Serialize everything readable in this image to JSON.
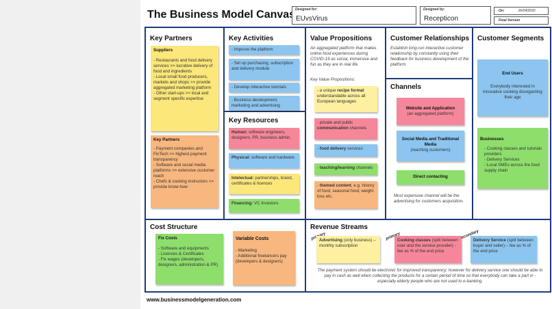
{
  "header": {
    "title": "The Business Model Canvas",
    "designed_for_label": "Designed for:",
    "designed_for_value": "EUvsVirus",
    "designed_by_label": "Designed by:",
    "designed_by_value": "Recepticon",
    "on_label": "On:",
    "on_value": "26/04/2020",
    "version_label": "Final Version"
  },
  "sections": {
    "key_partners": "Key Partners",
    "key_activities": "Key Activities",
    "key_resources": "Key Resources",
    "value_propositions": "Value Propositions",
    "customer_relationships": "Customer Relationships",
    "channels": "Channels",
    "customer_segments": "Customer Segments",
    "cost_structure": "Cost Structure",
    "revenue_streams": "Revenue Streams"
  },
  "key_partners": {
    "suppliers_title": "Suppliers",
    "suppliers_body": "- Restaurants and food delivery services >> lucrative delivery of food and ingredients\n- Local small food producers, markets and shops >> provide aggregated marketing platform\n- Other start-ups >> local and segment specific expertise",
    "partners_title": "Key Partners",
    "partners_body": "- Payment companies and FinTech >> highest payment transparency\n- Software and social media platforms >> extensive customer reach\n- Chefs & cooking instructors >> provide know-how"
  },
  "key_activities": {
    "a1": "- Improve the platform",
    "a2": "- Set up purchasing, subscription and delivery module",
    "a3": "- Develop interactive tutorials",
    "a4": "- Business development, marketing and advertising"
  },
  "key_resources": {
    "human_title": "Human:",
    "human_body": "software engineers, designers, PR, business admin.",
    "physical_title": "Physical:",
    "physical_body": "software and hardware",
    "intellectual_title": "Intelectual:",
    "intellectual_body": "partnerships, brand, certificates & licences",
    "financing_title": "Financing:",
    "financing_body": "VC Investors"
  },
  "value_propositions": {
    "intro": "An aggregated platform that makes online food experiences during COVID-19 as social, immersive and fun as they are in real life.",
    "kvp_label": "Key Value Propositions:",
    "p1_pre": "- a unique ",
    "p1_bold": "recipe format",
    "p1_post": " understandable across all European languages",
    "p2_pre": "- private and public ",
    "p2_bold": "communication",
    "p2_post": " channels",
    "p3_pre": "- ",
    "p3_bold": "food delivery",
    "p3_post": " services",
    "p4_pre": "- ",
    "p4_bold": "teaching/learning",
    "p4_post": " channels",
    "p5_pre": "- ",
    "p5_bold": "themed content",
    "p5_post": ", e.g. history of food, seasonal food, weight loss etc."
  },
  "customer_relationships": {
    "text": "Establish long-run interactive customer relationship by constantly using their feedback for business development of the platform."
  },
  "channels": {
    "c1_title": "Website and Application",
    "c1_body": "(an aggregated platform)",
    "c2_title": "Social Media and Traditional Media",
    "c2_body": "(reaching customers)",
    "c3_title": "Direct contacting",
    "note": "Most expensive channel will be the advertising for customers acquisition."
  },
  "customer_segments": {
    "s1_title": "End Users",
    "s1_body": "Everybody interested in innovative cooking disregarding their age",
    "s2_title": "Businesses",
    "s2_body": "- Cooking classes and tutorials providers\n- Delivery Services\n- Local SMEs across the food supply chain"
  },
  "cost_structure": {
    "fix_title": "Fix Costs",
    "fix_body": "- Software and equipments\n- Licences & Certificates\n- Fix wages (developers, designers, administration & PR)",
    "var_title": "Variable Costs",
    "var_body": "- Marketing\n- Additional freelancers pay (developers & designers)"
  },
  "revenue_streams": {
    "tag1": "primary",
    "tag2": "primary",
    "tag3": "secondary",
    "r1_title": "Advertising",
    "r1_body": " (only business) – monthly subscription",
    "r2_title": "Cooking classes",
    "r2_body": " (split between user and the service provider) - fee as % of the end price",
    "r3_title": "Delivery Service",
    "r3_body": " (split between buyer and seller) – fee as % of the end price",
    "note": "The payment system should be electronic for improved transparency; however for delivery service one should be able to pay in cash as well when collecting the products for a certain period of time so that everybody can take a part in - especially elderly people who are not used to e-banking."
  },
  "footer": {
    "url": "www.businessmodelgeneration.com"
  }
}
